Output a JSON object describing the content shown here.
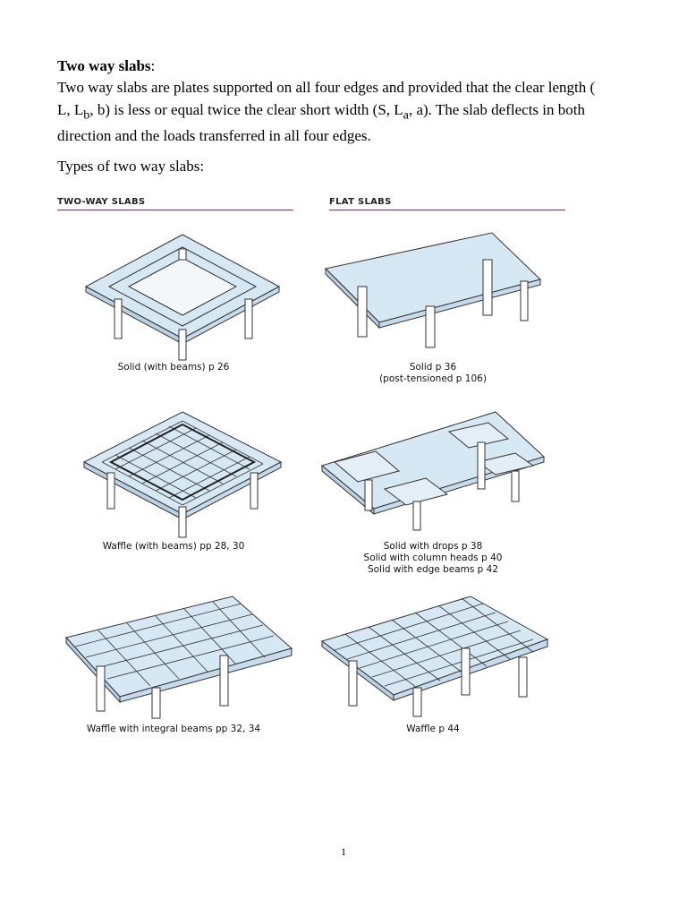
{
  "heading": {
    "title": "Two way slabs",
    "colon": ":"
  },
  "paragraph": {
    "p1": "Two way slabs are plates supported on all four edges and provided that the clear length (",
    "p2": "L, L",
    "sub_b": "b",
    "p3": ", b) is less or equal twice the clear short width (S, L",
    "sub_a": "a",
    "p4": ", a). The slab deflects in both",
    "p5": "direction and the loads transferred in all four edges."
  },
  "types_label": "Types of two way slabs:",
  "figure": {
    "left_header": "TWO-WAY SLABS",
    "right_header": "FLAT SLABS",
    "rule_color": "#7b2d6b",
    "slab_color": "#d6e8f4",
    "captions": {
      "solid_beams": [
        "Solid (with beams) p 26"
      ],
      "solid": [
        "Solid p 36",
        "(post-tensioned p 106)"
      ],
      "waffle_beams": [
        "Waffle (with beams) pp 28, 30"
      ],
      "solid_drops": [
        "Solid with drops p 38",
        "Solid with column heads p 40",
        "Solid with edge beams p 42"
      ],
      "waffle_integral": [
        "Waffle with integral beams pp 32, 34"
      ],
      "waffle": [
        "Waffle p 44"
      ]
    }
  },
  "page_number": "1"
}
